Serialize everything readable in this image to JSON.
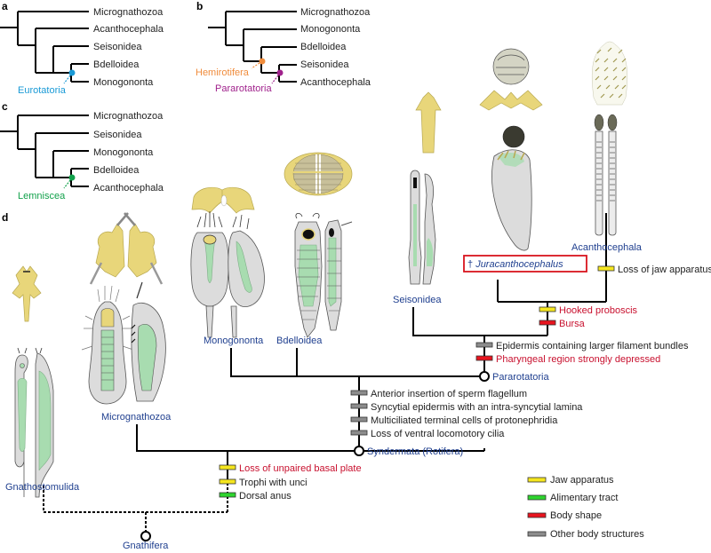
{
  "panels": {
    "a": {
      "label": "a",
      "taxa": [
        "Micrognathozoa",
        "Acanthocephala",
        "Seisonidea",
        "Bdelloidea",
        "Monogononta"
      ],
      "clade": {
        "name": "Eurotatoria",
        "color": "#1a9ad6"
      }
    },
    "b": {
      "label": "b",
      "taxa": [
        "Micrognathozoa",
        "Monogononta",
        "Bdelloidea",
        "Seisonidea",
        "Acanthocephala"
      ],
      "clades": [
        {
          "name": "Hemirotifera",
          "color": "#f08c3c"
        },
        {
          "name": "Pararotatoria",
          "color": "#a0228c"
        }
      ]
    },
    "c": {
      "label": "c",
      "taxa": [
        "Micrognathozoa",
        "Seisonidea",
        "Monogononta",
        "Bdelloidea",
        "Acanthocephala"
      ],
      "clade": {
        "name": "Lemniscea",
        "color": "#12a14b"
      }
    },
    "d": {
      "label": "d",
      "taxa": {
        "gnathostomulida": "Gnathostomulida",
        "micrognathozoa": "Micrognathozoa",
        "monogononta": "Monogononta",
        "bdelloidea": "Bdelloidea",
        "seisonidea": "Seisonidea",
        "juracanthocephalus_dagger": "†",
        "juracanthocephalus": "Juracanthocephalus",
        "acanthocephala": "Acanthocephala"
      },
      "nodes": {
        "gnathifera": "Gnathifera",
        "syndermata": "Syndermata (Rotifera)",
        "pararotatoria": "Pararotatoria"
      },
      "characters": {
        "acanthocephala_branch": [
          {
            "text": "Loss of jaw apparatus",
            "type": "jaw",
            "red": false
          }
        ],
        "acanthocephala_stem": [
          {
            "text": "Hooked proboscis",
            "type": "jaw",
            "red": true
          },
          {
            "text": "Bursa",
            "type": "body",
            "red": true
          }
        ],
        "pararotatoria": [
          {
            "text": "Epidermis containing larger filament bundles",
            "type": "other",
            "red": false
          },
          {
            "text": "Pharyngeal region strongly depressed",
            "type": "body",
            "red": true
          }
        ],
        "syndermata": [
          {
            "text": "Anterior insertion of sperm flagellum",
            "type": "other",
            "red": false
          },
          {
            "text": "Syncytial epidermis with an intra-syncytial lamina",
            "type": "other",
            "red": false
          },
          {
            "text": "Multiciliated terminal cells of protonephridia",
            "type": "other",
            "red": false
          },
          {
            "text": "Loss of ventral locomotory cilia",
            "type": "other",
            "red": false
          }
        ],
        "gnathifera_stem": [
          {
            "text": "Loss of unpaired basal plate",
            "type": "jaw",
            "red": true
          },
          {
            "text": "Trophi with unci",
            "type": "jaw",
            "red": false
          },
          {
            "text": "Dorsal anus",
            "type": "alimentary",
            "red": false
          }
        ]
      },
      "legend": [
        {
          "label": "Jaw apparatus",
          "type": "jaw"
        },
        {
          "label": "Alimentary tract",
          "type": "alimentary"
        },
        {
          "label": "Body shape",
          "type": "body"
        },
        {
          "label": "Other body structures",
          "type": "other"
        }
      ],
      "colors": {
        "jaw": "#f5e61e",
        "alimentary": "#2ed52e",
        "body": "#e8141e",
        "other": "#8c8c8c",
        "taxon_text": "#1f3f8f",
        "red_text": "#c8102e",
        "trophi": "#e8d67a",
        "body_fill": "#dcdcdc",
        "gut_fill": "#a8dcb0"
      }
    }
  }
}
